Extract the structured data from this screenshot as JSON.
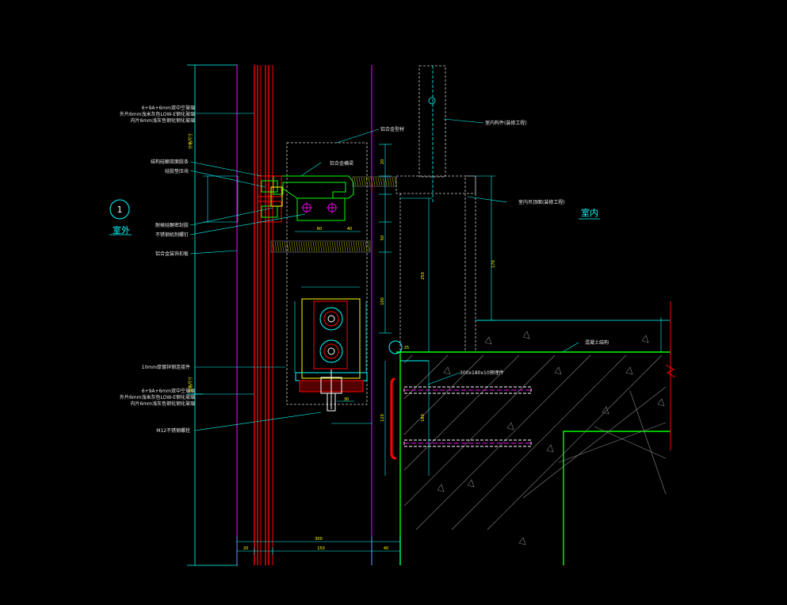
{
  "detail": {
    "number": "1"
  },
  "rooms": {
    "exterior": "室外",
    "interior": "室内"
  },
  "labels": {
    "glass_1": "6+9A+6mm双中空玻璃",
    "glass_2": "外片6mm浅米灰色LOW-E钢化玻璃",
    "glass_3": "内片6mm浅灰色钢化钢化玻璃",
    "glass_4": "6+9A+6mm双中空玻璃",
    "glass_5": "外片6mm浅米灰色LOW-E钢化玻璃",
    "glass_6": "内片6mm浅灰色钢化钢化玻璃",
    "structural_sealant": "结构硅酮双面胶条",
    "pressure_block": "硅胶垫压块",
    "weather_sealant": "耐候硅酮密封胶",
    "stainless_screw": "不锈钢机制螺钉",
    "alu_cover": "铝合金装饰扣板",
    "steel_plate": "10mm厚镀锌钢连接件",
    "bolt": "M12不锈钢螺栓",
    "alu_profile": "铝合金型材",
    "alu_transom": "铝合金横梁",
    "interior_parts": "室内构件(装修工程)",
    "interior_ceiling": "室内吊顶面(装修工程)",
    "concrete": "混凝土结构",
    "embed_plate": "300x180x10预埋件",
    "vertical_dim_1": "分格尺寸",
    "vertical_dim_2": "分格尺寸"
  },
  "dimensions": {
    "d_total": "300",
    "d_a": "20",
    "d_b": "150",
    "d_c": "40",
    "d_e": "60",
    "d_f": "40",
    "d_g": "20",
    "d_h": "50",
    "d_i": "25",
    "d_j": "100",
    "d_k": "250",
    "d_l": "170",
    "d_m": "180",
    "d_n": "120",
    "d_o": "30"
  },
  "colors": {
    "background": "#000000",
    "cyan": "#00ffff",
    "magenta": "#ff00ff",
    "green": "#00ff00",
    "red": "#ff0000",
    "white": "#ffffff",
    "yellow": "#ffff00"
  }
}
